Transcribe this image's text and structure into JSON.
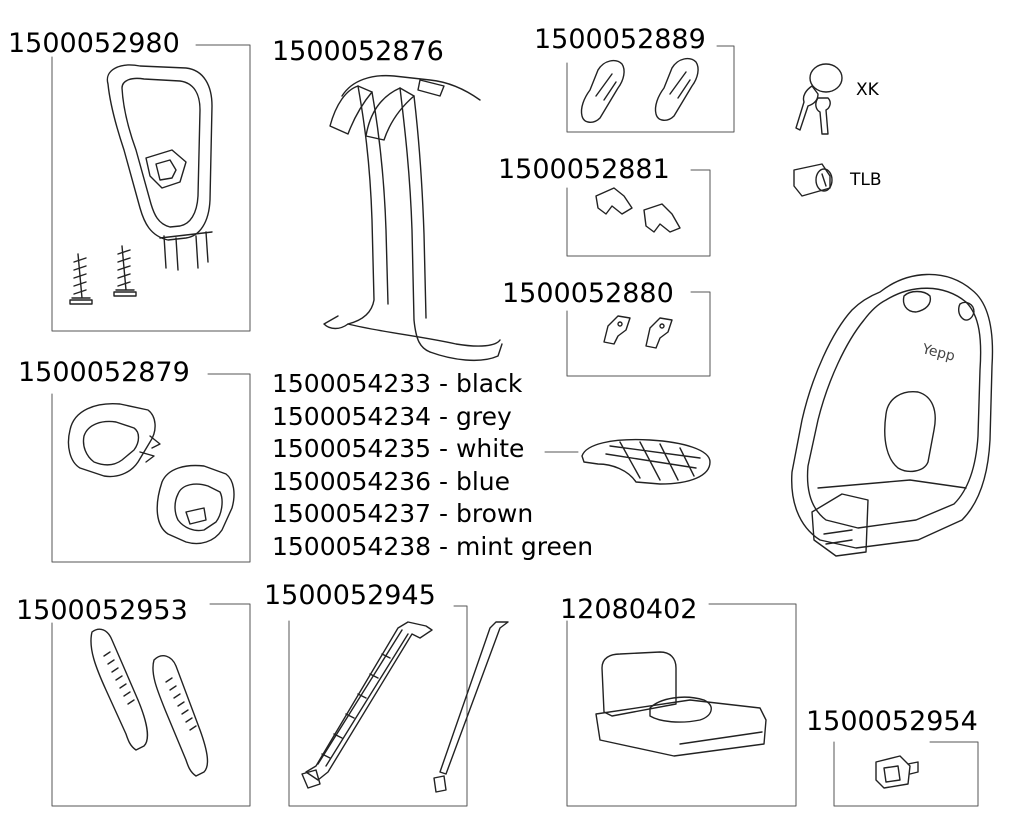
{
  "parts": [
    {
      "id": "headrest",
      "number": "1500052980"
    },
    {
      "id": "harness",
      "number": "1500052876"
    },
    {
      "id": "shoulder-pads",
      "number": "1500052889"
    },
    {
      "id": "buckle-clips-a",
      "number": "1500052881"
    },
    {
      "id": "buckle-clips-b",
      "number": "1500052880"
    },
    {
      "id": "footrests",
      "number": "1500052879"
    },
    {
      "id": "foot-straps",
      "number": "1500052953"
    },
    {
      "id": "rails",
      "number": "1500052945"
    },
    {
      "id": "mounting-bracket",
      "number": "12080402"
    },
    {
      "id": "adapter-block",
      "number": "1500052954"
    }
  ],
  "lock_labels": {
    "key": "XK",
    "cylinder": "TLB"
  },
  "seat_logo": "Yepp",
  "cushion_variants": [
    "1500054233 - black",
    "1500054234 - grey",
    "1500054235 - white",
    "1500054236 - blue",
    "1500054237 - brown",
    "1500054238 - mint green"
  ]
}
